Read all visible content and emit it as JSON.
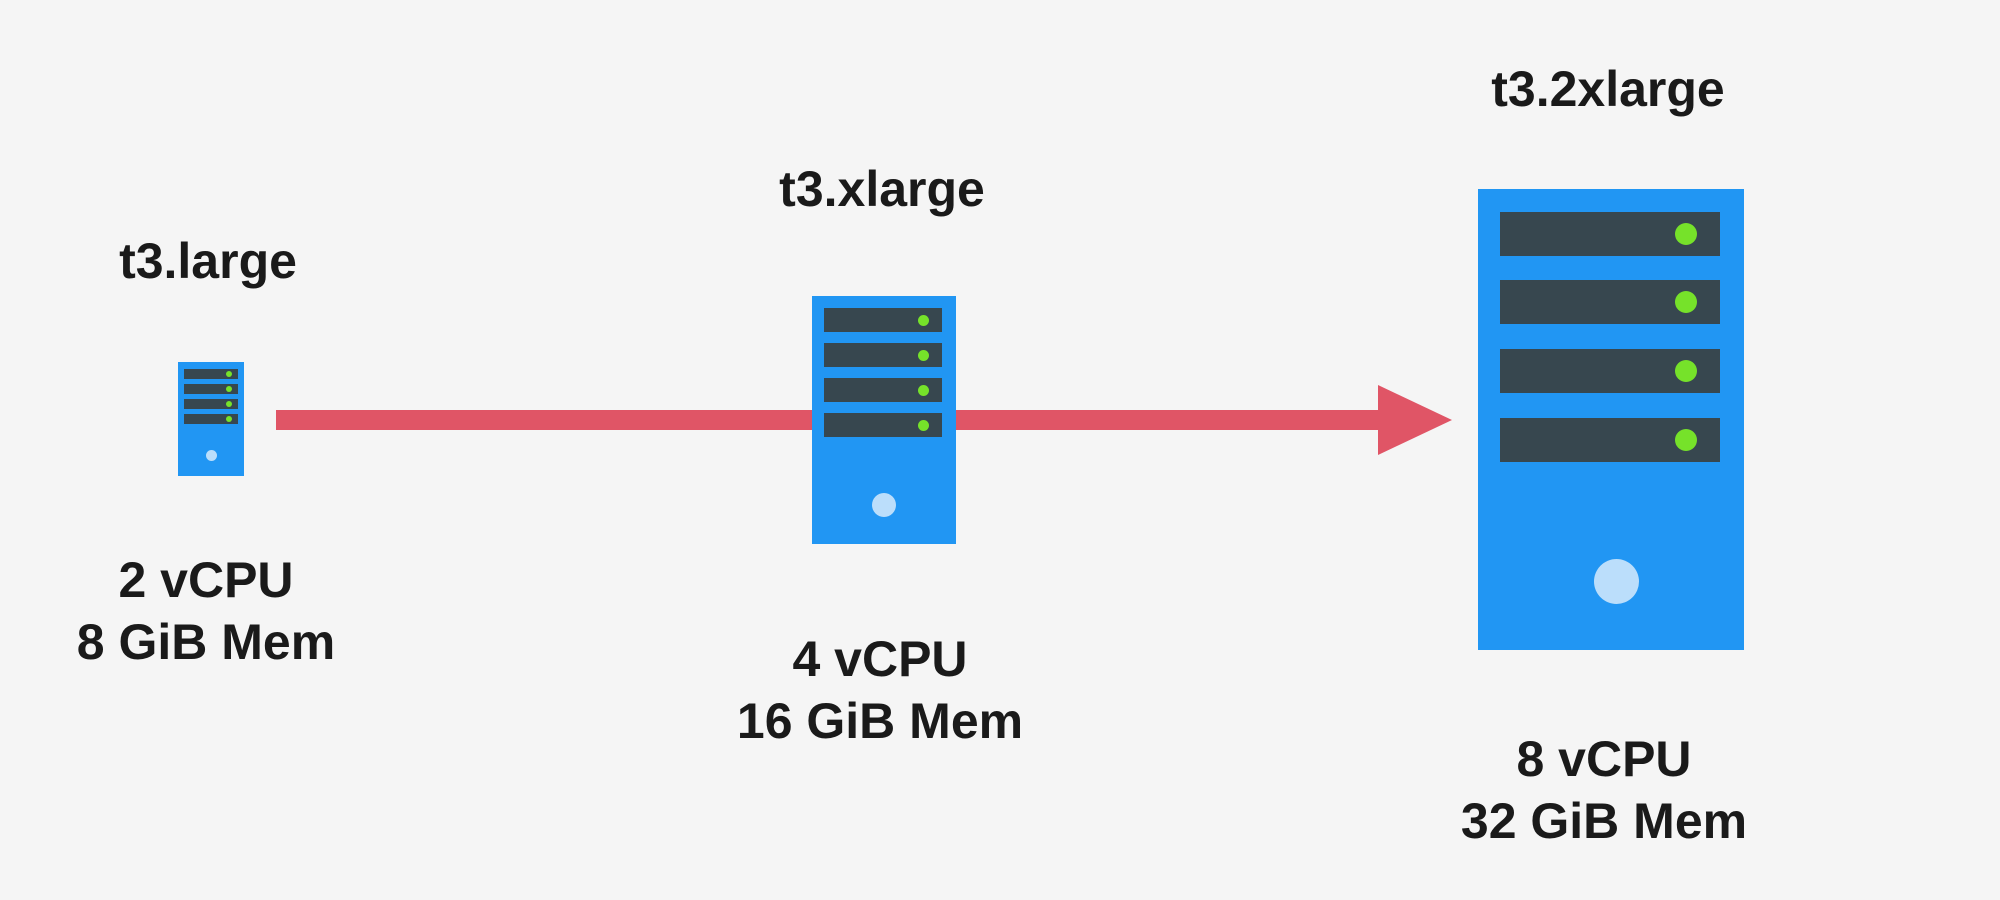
{
  "colors": {
    "background": "#f5f5f5",
    "server": "#2196f3",
    "slot": "#37474f",
    "led": "#76e22a",
    "power": "#bbdefb",
    "arrow": "#e05566",
    "text": "#1a1a1a"
  },
  "arrow": {
    "direction": "left-to-right",
    "meaning_icon": "scale-up-arrow"
  },
  "instances": [
    {
      "name": "t3.large",
      "vcpu": "2 vCPU",
      "memory": "8 GiB Mem",
      "icon": "server-icon"
    },
    {
      "name": "t3.xlarge",
      "vcpu": "4 vCPU",
      "memory": "16 GiB Mem",
      "icon": "server-icon"
    },
    {
      "name": "t3.2xlarge",
      "vcpu": "8 vCPU",
      "memory": "32 GiB Mem",
      "icon": "server-icon"
    }
  ]
}
